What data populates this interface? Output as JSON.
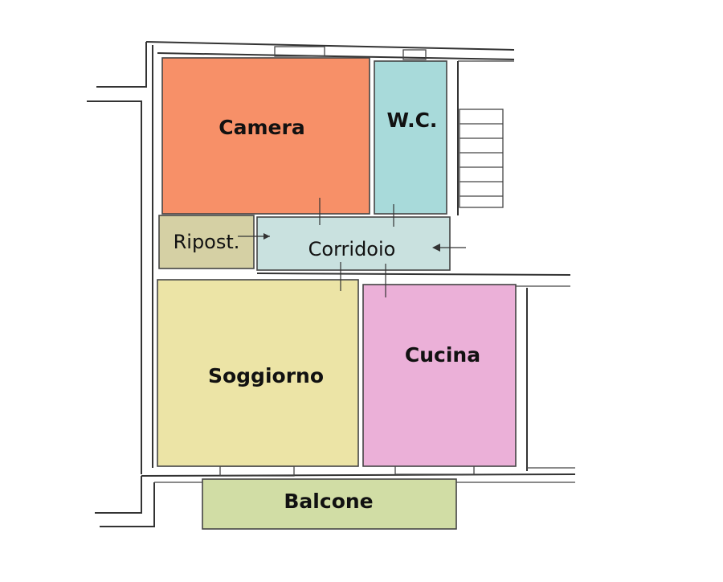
{
  "rooms": {
    "camera": {
      "label": "Camera",
      "color": "#f79068"
    },
    "wc": {
      "label": "W.C.",
      "color": "#a8dada"
    },
    "ripostiglio": {
      "label": "Ripost.",
      "color": "#d5d0a4"
    },
    "corridoio": {
      "label": "Corridoio",
      "color": "#c9e1df"
    },
    "soggiorno": {
      "label": "Soggiorno",
      "color": "#ece4a6"
    },
    "cucina": {
      "label": "Cucina",
      "color": "#ebb0d8"
    },
    "balcone": {
      "label": "Balcone",
      "color": "#d1dda5"
    }
  }
}
